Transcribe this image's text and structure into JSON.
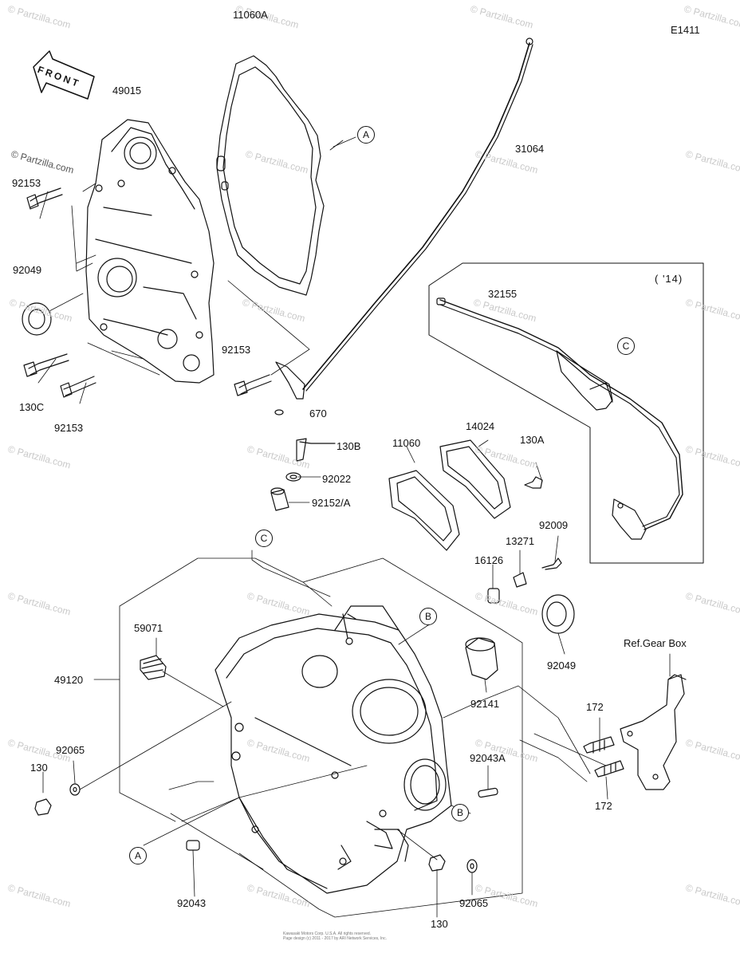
{
  "diagram_code": "E1411",
  "section_label": "( '14)",
  "front_label": "FRONT",
  "watermark": "© Partzilla.com",
  "copyright_lines": [
    "Kawasaki Motors Corp. U.S.A. All rights reserved.",
    "Page design (c) 2011 - 2017 by ARI Network Services, Inc."
  ],
  "callouts": [
    "A",
    "A",
    "B",
    "B",
    "C",
    "C"
  ],
  "part_labels": [
    "11060A",
    "49015",
    "92153",
    "92049",
    "130C",
    "92153",
    "92153",
    "670",
    "31064",
    "32155",
    "130B",
    "92022",
    "92152/A",
    "11060",
    "14024",
    "130A",
    "92009",
    "13271",
    "16126",
    "59071",
    "49120",
    "92049",
    "92141",
    "Ref.Gear Box",
    "172",
    "172",
    "92065",
    "130",
    "92043A",
    "92043",
    "130",
    "92065"
  ]
}
